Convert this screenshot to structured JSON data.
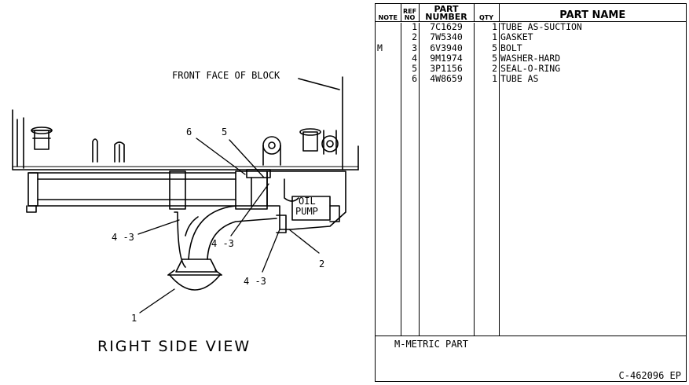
{
  "drawing": {
    "view_title": "RIGHT SIDE VIEW",
    "front_face_label": "FRONT FACE OF BLOCK",
    "oil_pump_label_1": "OIL",
    "oil_pump_label_2": "PUMP",
    "callouts": {
      "c1": "1",
      "c2": "2",
      "c5": "5",
      "c6": "6",
      "c43a": "4 -3",
      "c43b": "4 -3",
      "c43c": "4 -3"
    }
  },
  "parts_list": {
    "headers": {
      "note": "NOTE",
      "ref_1": "REF",
      "ref_2": "NO",
      "part_number_1": "PART",
      "part_number_2": "NUMBER",
      "qty": "QTY",
      "part_name": "PART NAME"
    },
    "rows": [
      {
        "note": "",
        "ref": "1",
        "part_number": "7C1629",
        "qty": "1",
        "name": "TUBE AS-SUCTION"
      },
      {
        "note": "",
        "ref": "2",
        "part_number": "7W5340",
        "qty": "1",
        "name": "GASKET"
      },
      {
        "note": "M",
        "ref": "3",
        "part_number": "6V3940",
        "qty": "5",
        "name": "BOLT"
      },
      {
        "note": "",
        "ref": "4",
        "part_number": "9M1974",
        "qty": "5",
        "name": "WASHER-HARD"
      },
      {
        "note": "",
        "ref": "5",
        "part_number": "3P1156",
        "qty": "2",
        "name": "SEAL-O-RING"
      },
      {
        "note": "",
        "ref": "6",
        "part_number": "4W8659",
        "qty": "1",
        "name": "TUBE AS"
      }
    ],
    "metric_note": "M-METRIC PART",
    "doc_id": "C-462096 EP"
  }
}
